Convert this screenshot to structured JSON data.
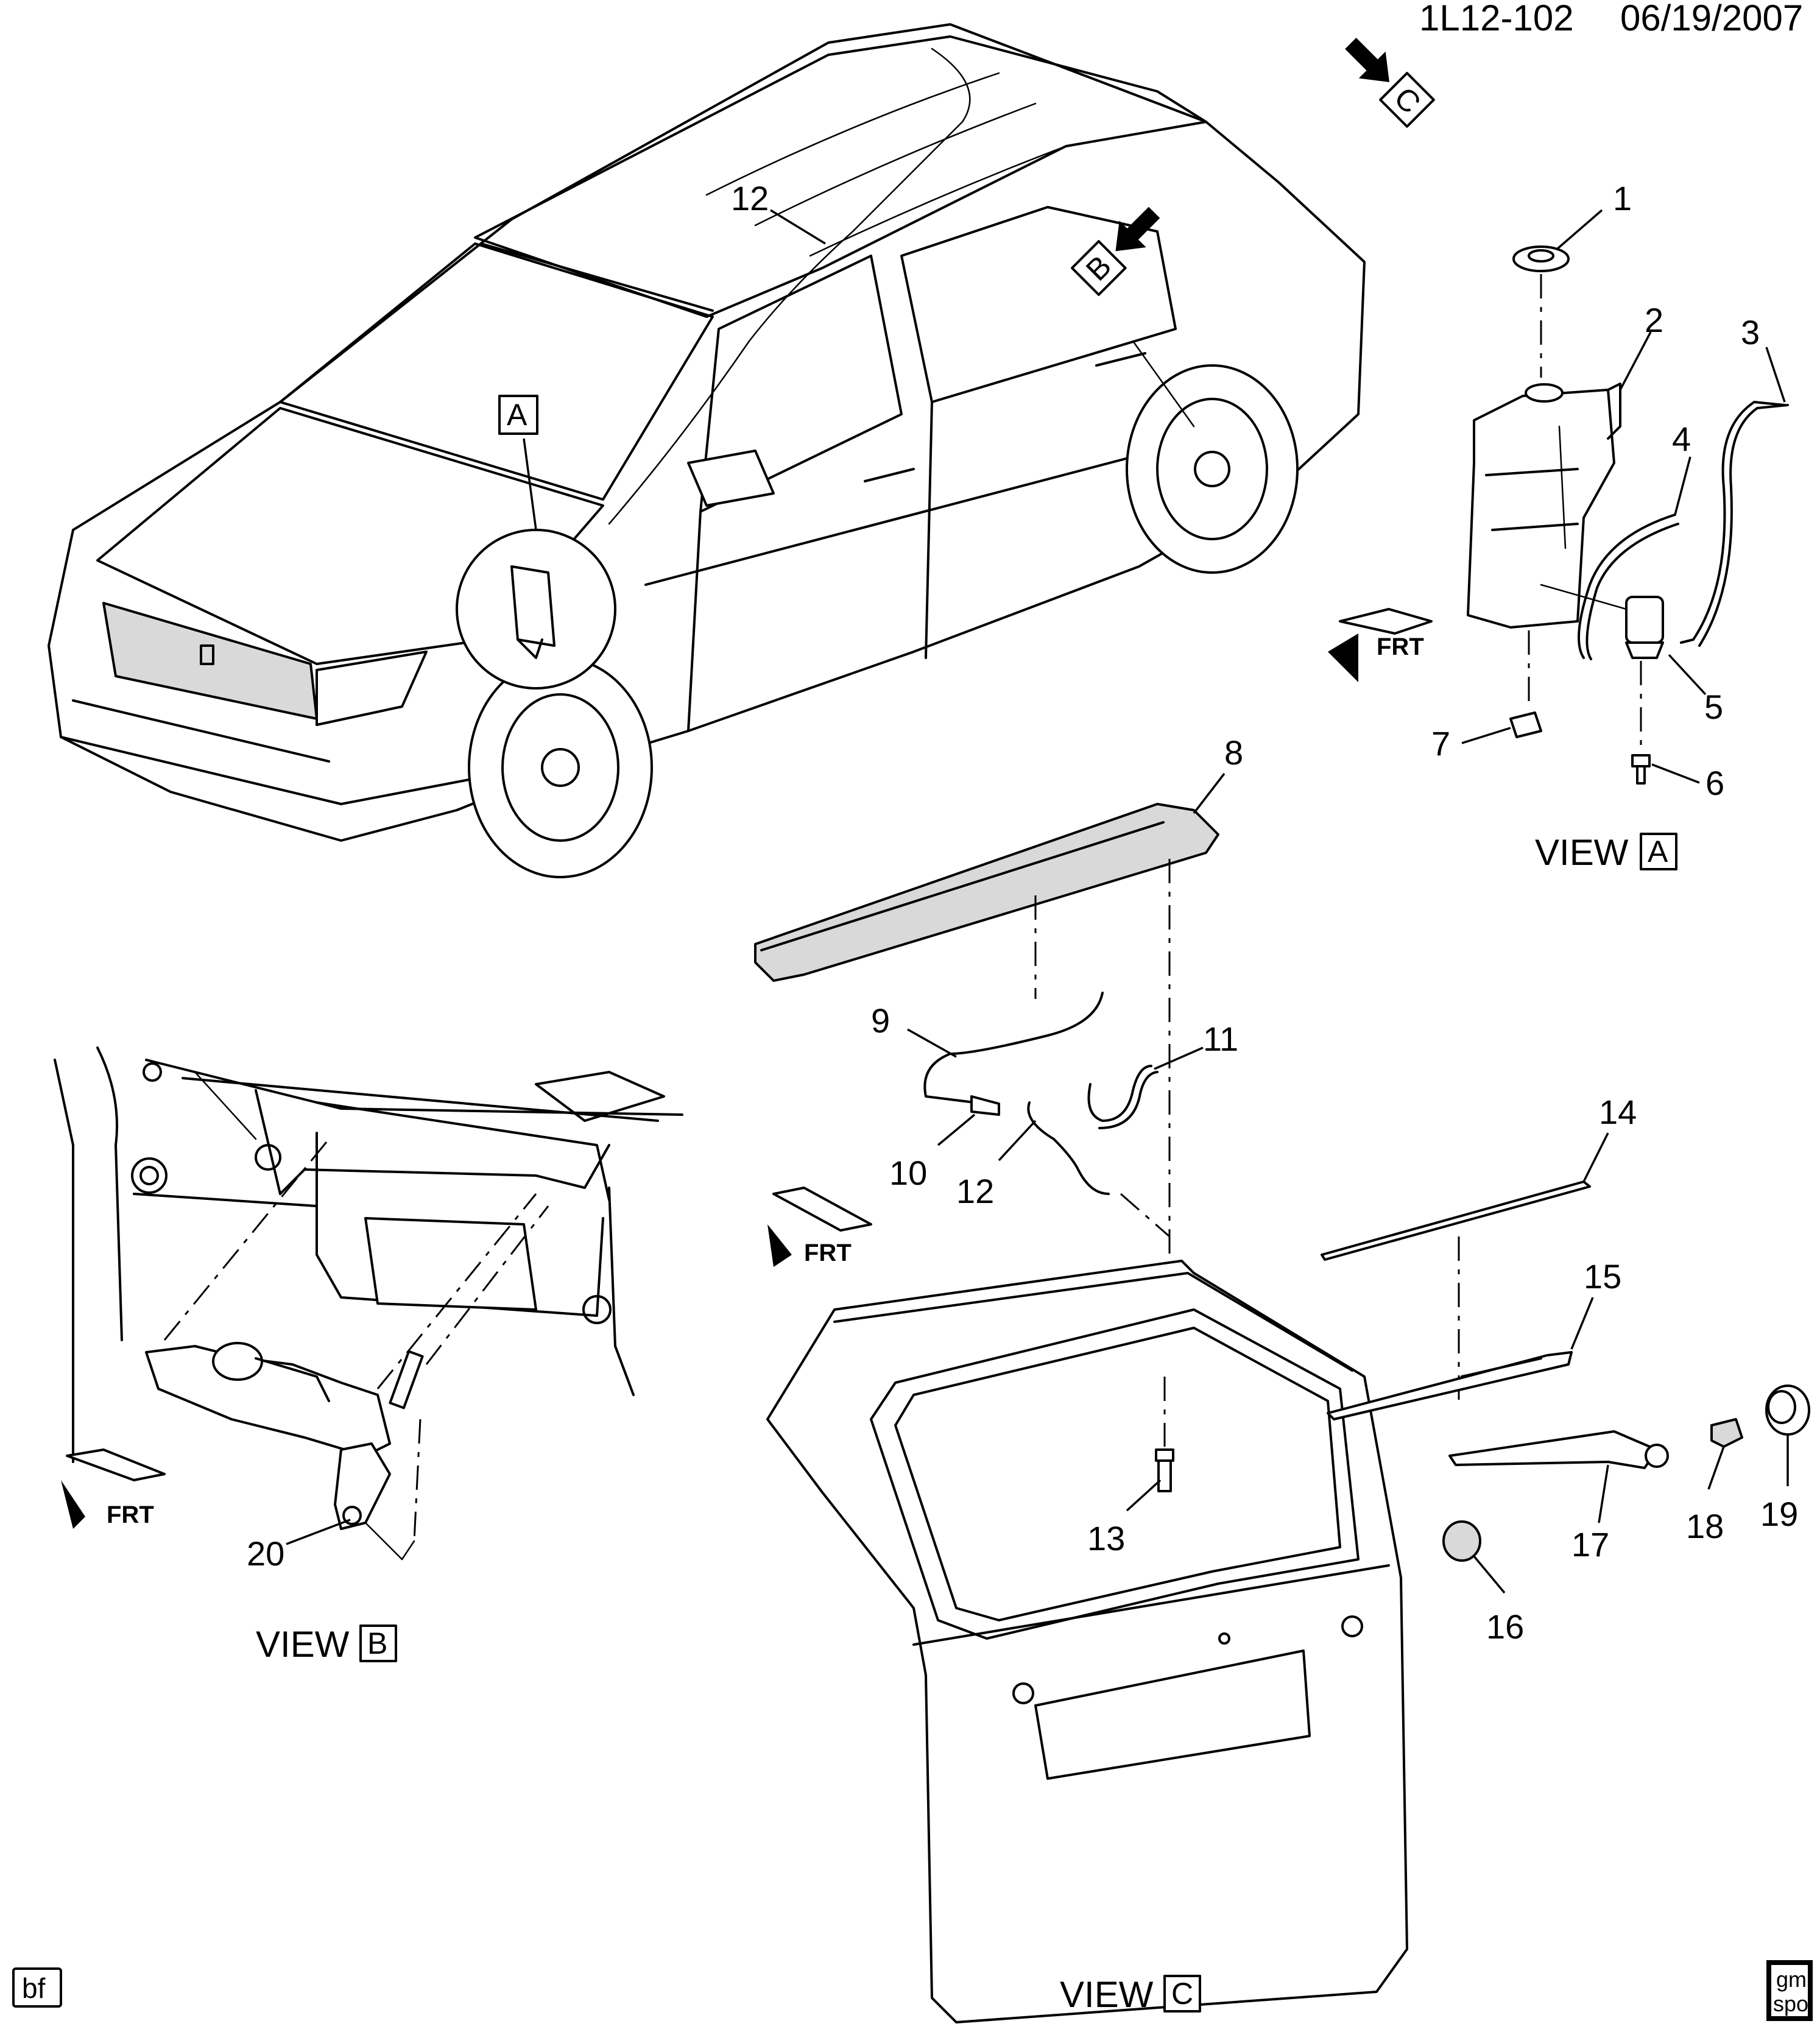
{
  "header": {
    "code": "1L12-102",
    "date": "06/19/2007"
  },
  "views": {
    "A": {
      "word": "VIEW",
      "letter": "A"
    },
    "B": {
      "word": "VIEW",
      "letter": "B"
    },
    "C": {
      "word": "VIEW",
      "letter": "C"
    }
  },
  "view_markers": {
    "a": "A",
    "b": "B",
    "c": "C"
  },
  "front_indicator": "FRT",
  "callouts": {
    "c1": "1",
    "c2": "2",
    "c3": "3",
    "c4": "4",
    "c5": "5",
    "c6": "6",
    "c7": "7",
    "c8": "8",
    "c9": "9",
    "c10": "10",
    "c11": "11",
    "c12_top": "12",
    "c12_mid": "12",
    "c13": "13",
    "c14": "14",
    "c15": "15",
    "c16": "16",
    "c17": "17",
    "c18": "18",
    "c19": "19",
    "c20": "20"
  },
  "footer": {
    "initials": "bf",
    "logo_top": "gm",
    "logo_bottom": "spo"
  }
}
